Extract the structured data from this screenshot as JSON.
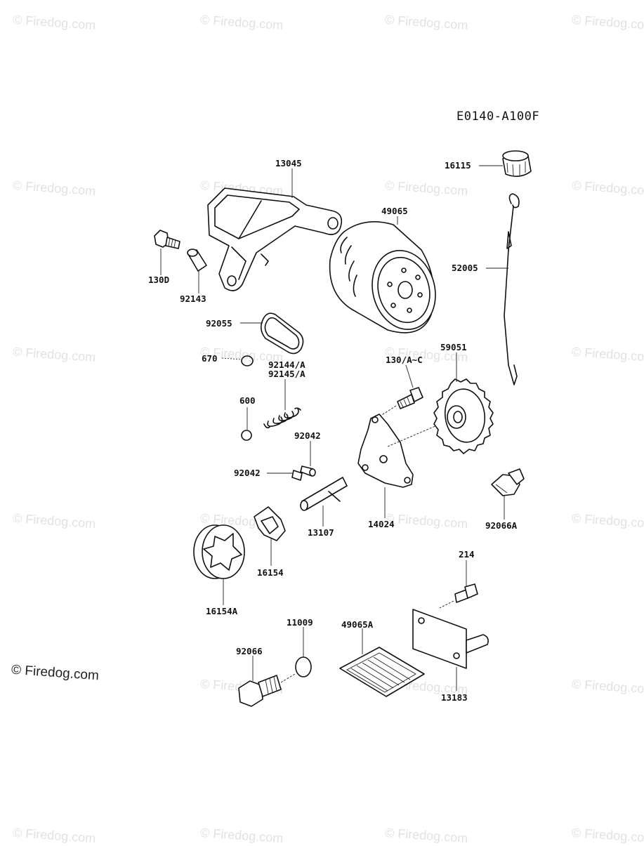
{
  "diagram_code": "E0140-A100F",
  "watermark_text": "© Firedog.com",
  "credit_text": "© Firedog.com",
  "parts": {
    "p13045": "13045",
    "p16115": "16115",
    "p49065": "49065",
    "p52005": "52005",
    "p130D": "130D",
    "p92143": "92143",
    "p92055": "92055",
    "p670": "670",
    "p92144": "92144/A",
    "p92145": "92145/A",
    "p600": "600",
    "p92042a": "92042",
    "p92042b": "92042",
    "p130A": "130/A~C",
    "p59051": "59051",
    "p13107": "13107",
    "p14024": "14024",
    "p92066A": "92066A",
    "p16154": "16154",
    "p16154A": "16154A",
    "p214": "214",
    "p11009": "11009",
    "p49065A": "49065A",
    "p92066": "92066",
    "p13183": "13183"
  }
}
